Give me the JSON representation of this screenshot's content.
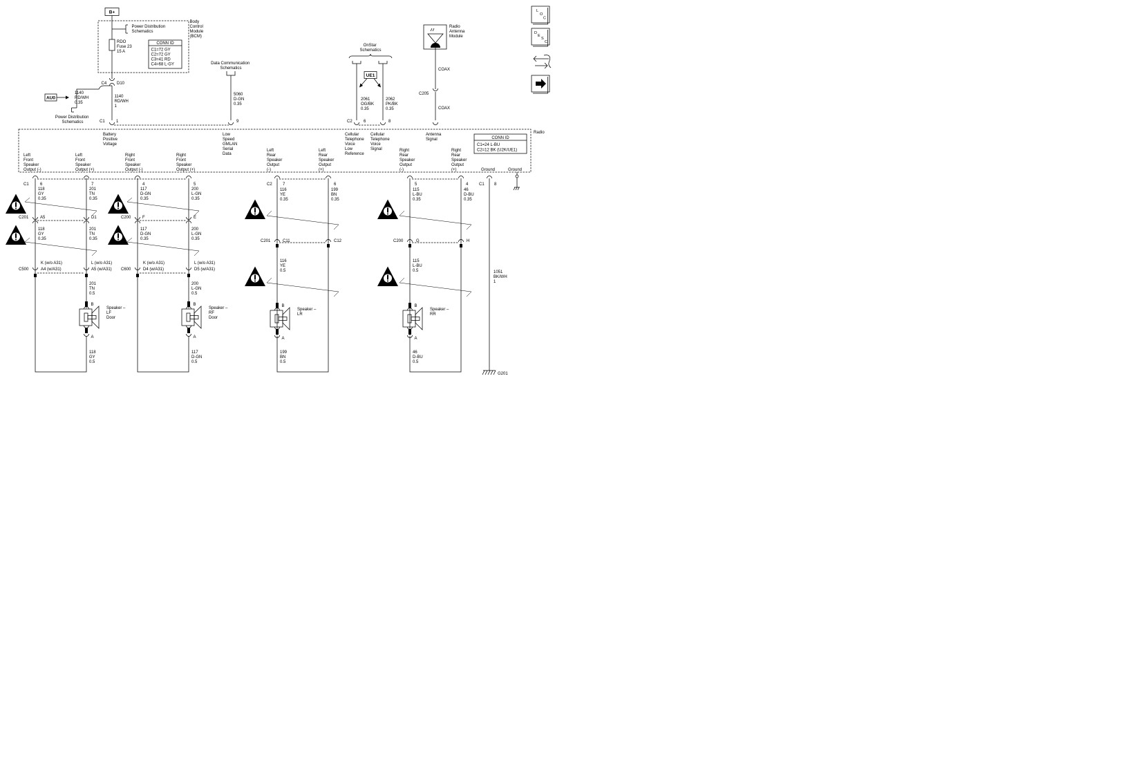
{
  "bplus": "B+",
  "bcm": {
    "name_lines": [
      "Body",
      "Control",
      "Module",
      "(BCM)"
    ],
    "pds_lines": [
      "Power Distribution",
      "Schematics"
    ],
    "fuse_lines": [
      "RDO",
      "Fuse 23",
      "15 A"
    ],
    "conn_title": "CONN ID",
    "conn_lines": [
      "C1=72 GY",
      "C2=72 GY",
      "C3=41 RD",
      "C4=68 L-GY"
    ]
  },
  "top": {
    "c4": "C4",
    "d10": "D10",
    "au0": "AU0",
    "wire_au0": [
      "1140",
      "RD/WH",
      "0.35"
    ],
    "pds2_lines": [
      "Power Distribution",
      "Schematics"
    ],
    "wire_batt": [
      "1140",
      "RD/WH",
      "1"
    ],
    "c1": "C1",
    "pin1": "1",
    "dc_lines": [
      "Data Communication",
      "Schematics"
    ],
    "wire_dc": [
      "5060",
      "D-GN",
      "0.35"
    ],
    "pin9": "9",
    "onstar_lines": [
      "OnStar",
      "Schematics"
    ],
    "ue1": "UE1",
    "wire_2061": [
      "2061",
      "OG/BK",
      "0.35"
    ],
    "wire_2062": [
      "2062",
      "PK/BK",
      "0.35"
    ],
    "c2": "C2",
    "pin6": "6",
    "pin8": "8",
    "ant_lines": [
      "Radio",
      "Antenna",
      "Module"
    ],
    "coax1": "COAX",
    "c205": "C205",
    "coax2": "COAX"
  },
  "radio": {
    "label": "Radio",
    "conn_title": "CONN ID",
    "conn_lines": [
      "C1=24 L-BU",
      "C2=12 BK (U2K/UE1)"
    ],
    "top_labels": [
      [
        "Battery",
        "Positive",
        "Voltage"
      ],
      [
        "Low",
        "Speed",
        "GMLAN",
        "Serial",
        "Data"
      ],
      [
        "Cellular",
        "Telephone",
        "Voice",
        "Low",
        "Reference"
      ],
      [
        "Cellular",
        "Telephone",
        "Voice",
        "Signal"
      ],
      [
        "Antenna",
        "Signal"
      ]
    ],
    "speaker_labels": [
      [
        "Left",
        "Front",
        "Speaker",
        "Output (-)"
      ],
      [
        "Left",
        "Front",
        "Speaker",
        "Output (+)"
      ],
      [
        "Right",
        "Front",
        "Speaker",
        "Output (-)"
      ],
      [
        "Right",
        "Front",
        "Speaker",
        "Output (+)"
      ],
      [
        "Left",
        "Rear",
        "Speaker",
        "Output",
        "(-)"
      ],
      [
        "Left",
        "Rear",
        "Speaker",
        "Output",
        "(+)"
      ],
      [
        "Right",
        "Rear",
        "Speaker",
        "Output",
        "(-)"
      ],
      [
        "Right",
        "Rear",
        "Speaker",
        "Output",
        "(+)"
      ]
    ],
    "ground1": "Ground",
    "ground2": "Ground"
  },
  "bottom": {
    "c1": "C1",
    "c2": "C2",
    "c1b": "C1",
    "pins": [
      "6",
      "7",
      "4",
      "5",
      "7",
      "6",
      "5",
      "4",
      "8"
    ],
    "wires_top": [
      [
        "118",
        "GY",
        "0.35"
      ],
      [
        "201",
        "TN",
        "0.35"
      ],
      [
        "117",
        "D-GN",
        "0.35"
      ],
      [
        "200",
        "L-GN",
        "0.35"
      ],
      [
        "116",
        "YE",
        "0.35"
      ],
      [
        "199",
        "BN",
        "0.35"
      ],
      [
        "115",
        "L-BU",
        "0.35"
      ],
      [
        "46",
        "D-BU",
        "0.35"
      ]
    ],
    "c201": "C201",
    "c200": "C200",
    "pins_mid1": [
      "A5",
      "D1",
      "F",
      "E"
    ],
    "wires_mid": [
      [
        "118",
        "GY",
        "0.35"
      ],
      [
        "201",
        "TN",
        "0.35"
      ],
      [
        "117",
        "D-GN",
        "0.35"
      ],
      [
        "200",
        "L-GN",
        "0.35"
      ]
    ],
    "c201b": "C201",
    "c11": "C11",
    "c12": "C12",
    "c200b": "C200",
    "g": "G",
    "h": "H",
    "c500": "C500",
    "c600": "C600",
    "k_lines": [
      "K (w/o A31)",
      "A4 (w/A31)"
    ],
    "l_lines": [
      "L (w/o A31)",
      "A5 (w/A31)"
    ],
    "k2_lines": [
      "K (w/o A31)",
      "D4 (w/A31)"
    ],
    "l2_lines": [
      "L (w/o A31)",
      "D5 (w/A31)"
    ],
    "wires_lower": [
      [
        "116",
        "YE",
        "0.5"
      ],
      [
        "115",
        "L-BU",
        "0.5"
      ],
      [
        "201",
        "TN",
        "0.5"
      ],
      [
        "200",
        "L-GN",
        "0.5"
      ]
    ],
    "ground_wire": [
      "1051",
      "BK/WH",
      "1"
    ],
    "spk_pin_b": "B",
    "spk_pin_a": "A",
    "speakers": [
      [
        "Speaker –",
        "LF",
        "Door"
      ],
      [
        "Speaker –",
        "RF",
        "Door"
      ],
      [
        "Speaker –",
        "LR"
      ],
      [
        "Speaker –",
        "RR"
      ]
    ],
    "wires_bottom": [
      [
        "118",
        "GY",
        "0.5"
      ],
      [
        "117",
        "D-GN",
        "0.5"
      ],
      [
        "199",
        "BN",
        "0.5"
      ],
      [
        "46",
        "D-BU",
        "0.5"
      ]
    ],
    "g201": "G201"
  },
  "icons": {
    "loc": [
      "L",
      "O",
      "C"
    ],
    "desc": [
      "D",
      "E",
      "S",
      "C"
    ]
  }
}
